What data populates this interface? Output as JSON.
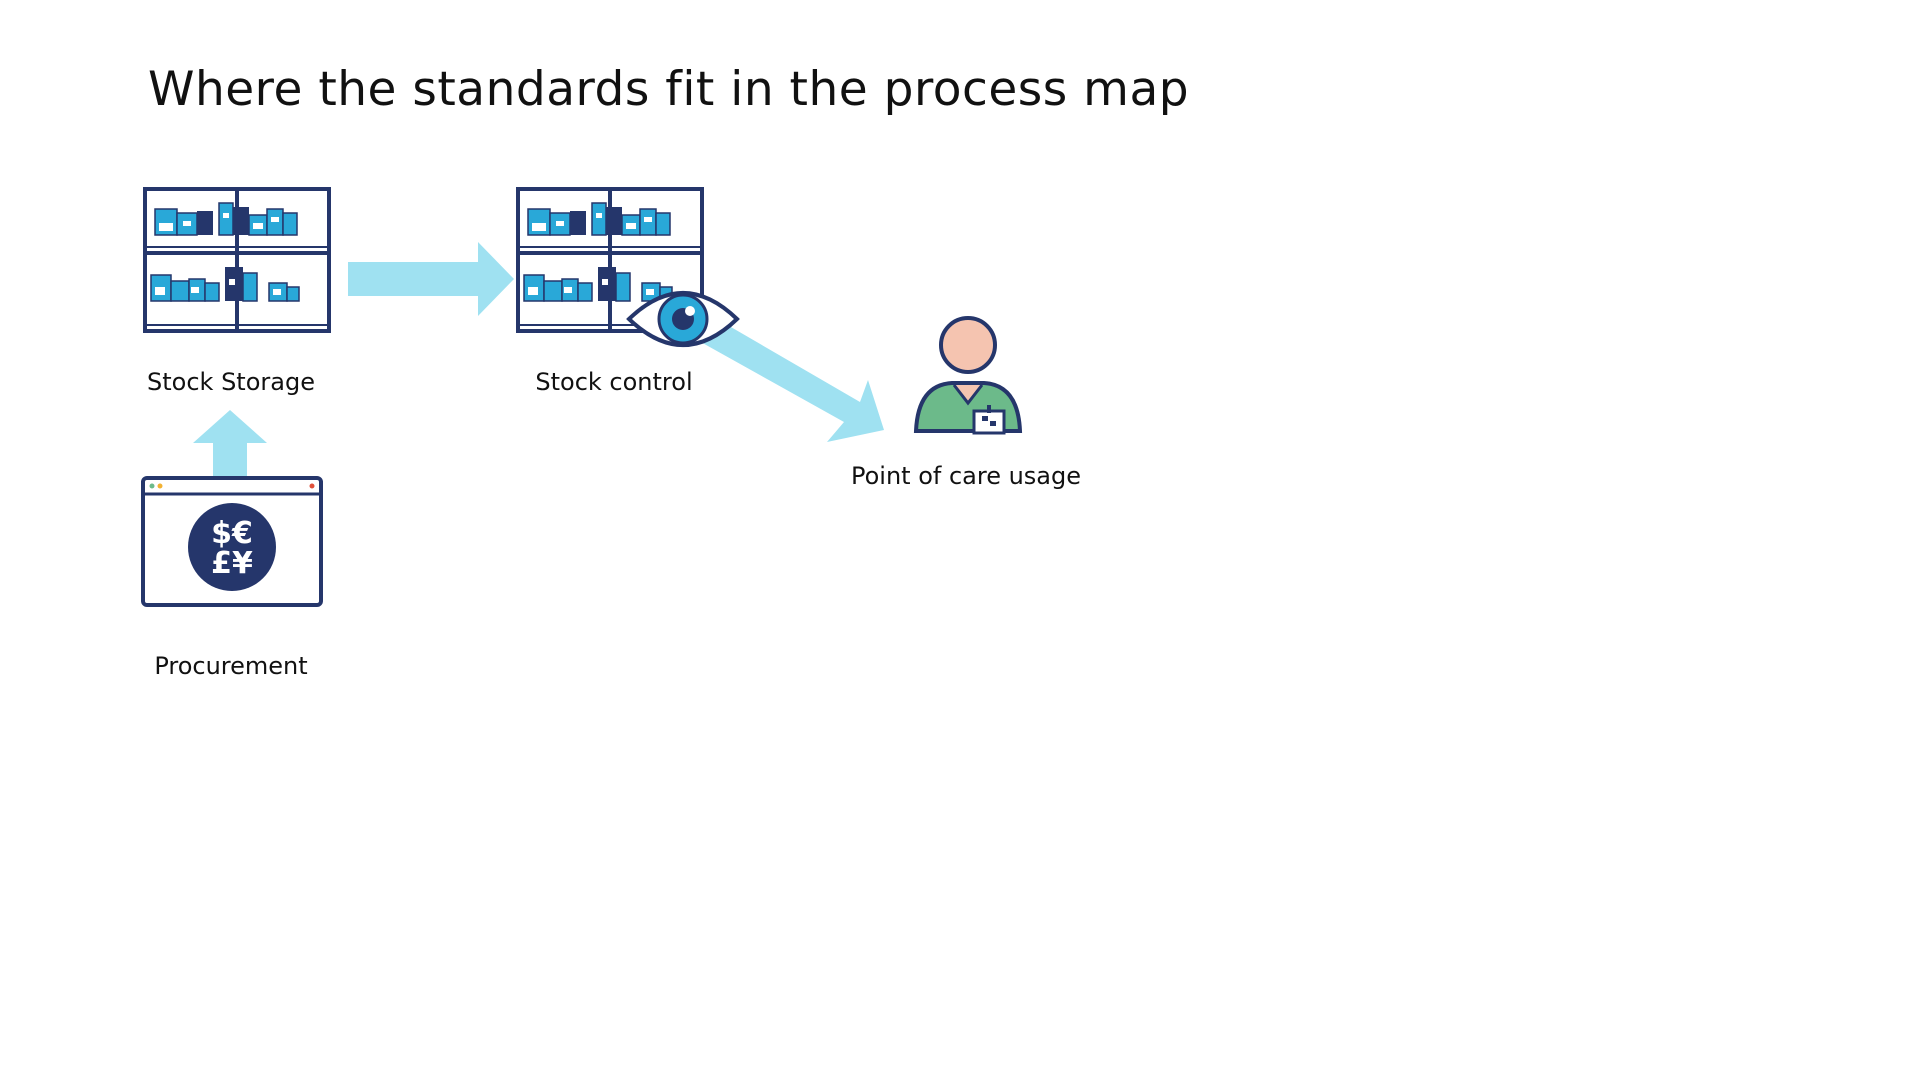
{
  "slide": {
    "title": "Where the standards fit in the process map"
  },
  "nodes": {
    "stock_storage": {
      "label": "Stock Storage",
      "icon": "storage-shelves-icon"
    },
    "stock_control": {
      "label": "Stock control",
      "icon": "shelves-with-eye-icon"
    },
    "point_of_care": {
      "label": "Point of care usage",
      "icon": "clinician-icon"
    },
    "procurement": {
      "label": "Procurement",
      "icon": "currency-window-icon",
      "symbols_top": "$€",
      "symbols_bottom": "£¥"
    }
  },
  "colors": {
    "navy": "#25366b",
    "box_blue": "#29a8d8",
    "arrow": "#9fe1f1",
    "skin": "#f5c4b0",
    "scrubs": "#6cba8a"
  }
}
